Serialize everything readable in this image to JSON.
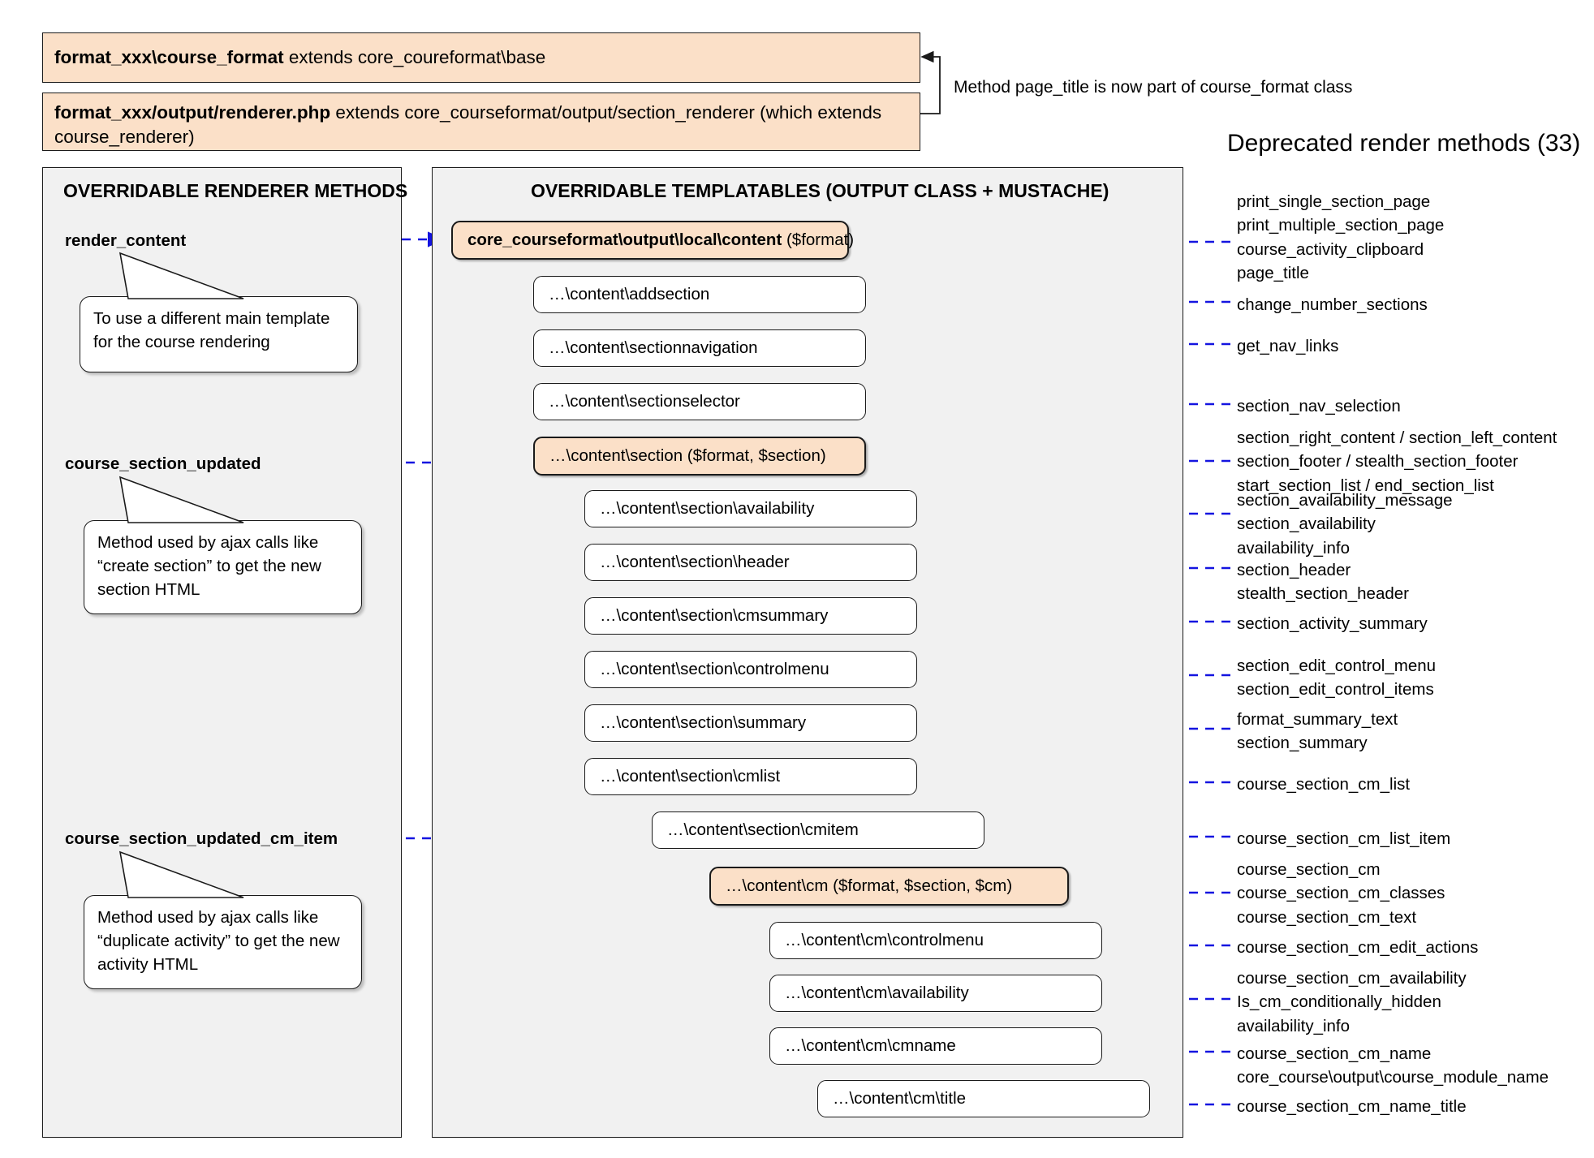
{
  "header": {
    "class_box_bold": "format_xxx\\course_format",
    "class_box_rest": " extends core_coureformat\\base",
    "renderer_box_bold": "format_xxx/output/renderer.php",
    "renderer_box_rest": " extends core_courseformat/output/section_renderer (which extends course_renderer)",
    "note": "Method page_title is now part of course_format class"
  },
  "deprecated": {
    "title": "Deprecated render methods (33)",
    "items": [
      {
        "lines": [
          "print_single_section_page",
          "print_multiple_section_page",
          "course_activity_clipboard",
          "page_title"
        ]
      },
      {
        "lines": [
          "change_number_sections"
        ]
      },
      {
        "lines": [
          "get_nav_links"
        ]
      },
      {
        "lines": [
          "section_nav_selection"
        ]
      },
      {
        "lines": [
          "section_right_content / section_left_content",
          "section_footer / stealth_section_footer",
          "start_section_list / end_section_list"
        ]
      },
      {
        "lines": [
          "section_availability_message",
          "section_availability",
          "availability_info"
        ]
      },
      {
        "lines": [
          "section_header",
          "stealth_section_header"
        ]
      },
      {
        "lines": [
          "section_activity_summary"
        ]
      },
      {
        "lines": [
          "section_edit_control_menu",
          "section_edit_control_items"
        ]
      },
      {
        "lines": [
          "format_summary_text",
          "section_summary"
        ]
      },
      {
        "lines": [
          "course_section_cm_list"
        ]
      },
      {
        "lines": [
          "course_section_cm_list_item"
        ]
      },
      {
        "lines": [
          "course_section_cm",
          "course_section_cm_classes",
          "course_section_cm_text"
        ]
      },
      {
        "lines": [
          "course_section_cm_edit_actions"
        ]
      },
      {
        "lines": [
          "course_section_cm_availability",
          "Is_cm_conditionally_hidden",
          "availability_info"
        ]
      },
      {
        "lines": [
          "course_section_cm_name",
          "core_course\\output\\course_module_name"
        ]
      },
      {
        "lines": [
          "course_section_cm_name_title"
        ]
      }
    ]
  },
  "renderer_panel": {
    "title": "OVERRIDABLE RENDERER METHODS",
    "methods": [
      {
        "label": "render_content"
      },
      {
        "label": "course_section_updated"
      },
      {
        "label": "course_section_updated_cm_item"
      }
    ],
    "callouts": [
      {
        "text": "To use a different main template for the course rendering"
      },
      {
        "text": "Method used by ajax calls like “create section” to get the new section HTML"
      },
      {
        "text": "Method used by ajax calls like “duplicate activity” to get the new activity HTML"
      }
    ]
  },
  "templatables_panel": {
    "title": "OVERRIDABLE TEMPLATABLES (OUTPUT CLASS + MUSTACHE)",
    "boxes": [
      {
        "bold": "core_courseformat\\output\\local\\content",
        "rest": " ($format)",
        "accent": true
      },
      {
        "bold": "",
        "rest": "…\\content\\addsection",
        "accent": false
      },
      {
        "bold": "",
        "rest": "…\\content\\sectionnavigation",
        "accent": false
      },
      {
        "bold": "",
        "rest": "…\\content\\sectionselector",
        "accent": false
      },
      {
        "bold": "",
        "rest": "…\\content\\section ($format, $section)",
        "accent": true
      },
      {
        "bold": "",
        "rest": "…\\content\\section\\availability",
        "accent": false
      },
      {
        "bold": "",
        "rest": "…\\content\\section\\header",
        "accent": false
      },
      {
        "bold": "",
        "rest": "…\\content\\section\\cmsummary",
        "accent": false
      },
      {
        "bold": "",
        "rest": "…\\content\\section\\controlmenu",
        "accent": false
      },
      {
        "bold": "",
        "rest": "…\\content\\section\\summary",
        "accent": false
      },
      {
        "bold": "",
        "rest": "…\\content\\section\\cmlist",
        "accent": false
      },
      {
        "bold": "",
        "rest": "…\\content\\section\\cmitem",
        "accent": false
      },
      {
        "bold": "",
        "rest": "…\\content\\cm ($format, $section, $cm)",
        "accent": true
      },
      {
        "bold": "",
        "rest": "…\\content\\cm\\controlmenu",
        "accent": false
      },
      {
        "bold": "",
        "rest": "…\\content\\cm\\availability",
        "accent": false
      },
      {
        "bold": "",
        "rest": "…\\content\\cm\\cmname",
        "accent": false
      },
      {
        "bold": "",
        "rest": "…\\content\\cm\\title",
        "accent": false
      }
    ]
  },
  "colors": {
    "accent_fill": "#fbe0c8",
    "panel_fill": "#f1f1f1",
    "arrow": "#1414e0",
    "stroke": "#1a1a1a"
  }
}
